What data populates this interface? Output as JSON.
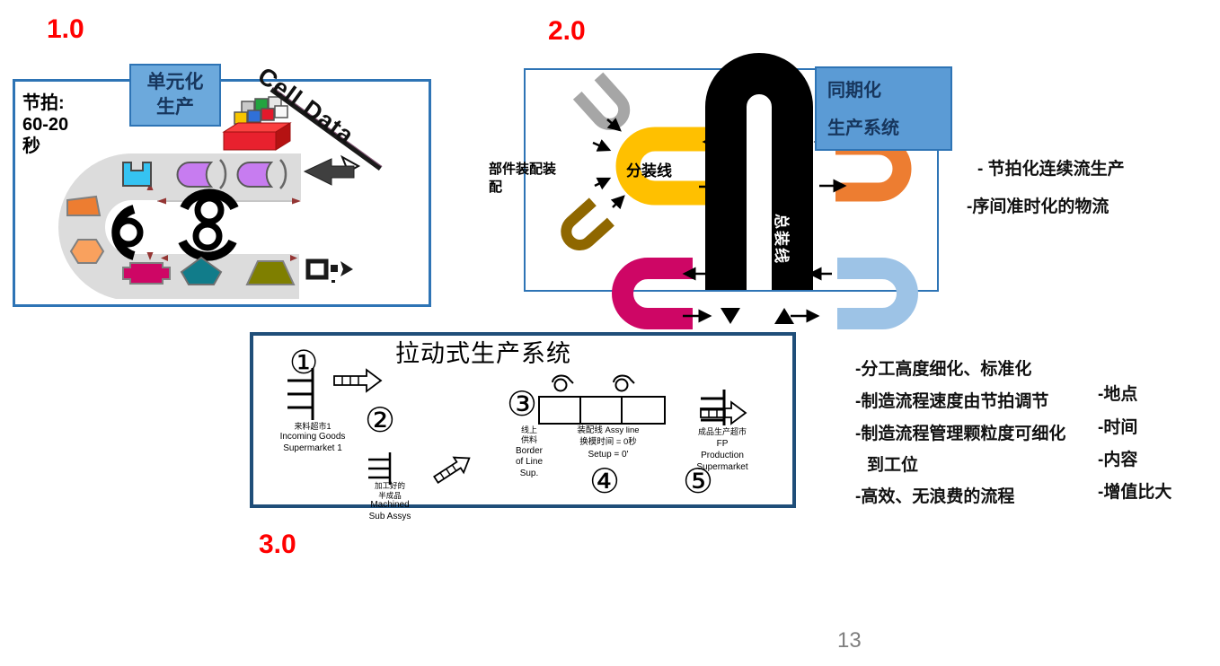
{
  "sections": {
    "s1": "1.0",
    "s2": "2.0",
    "s3": "3.0"
  },
  "page": {
    "number": "13"
  },
  "cell": {
    "takt1": "节拍:",
    "takt2": "60-20",
    "takt3": "秒",
    "tag1": "单元化",
    "tag2": "生产",
    "cell_data": "Cell Data"
  },
  "sync": {
    "side_label": "部件装配装配",
    "sub_line": "分装线",
    "main_line": "总装线",
    "tag1": "同期化",
    "tag2": "生产系统",
    "bullet1": "- 节拍化连续流生产",
    "bullet2": "-序间准时化的物流"
  },
  "pull": {
    "title": "拉动式生产系统",
    "n1": "①",
    "n2": "②",
    "n3": "③",
    "n4": "④",
    "n5": "⑤",
    "sm1_l1": "来料超市1",
    "sm1_l2": "Incoming Goods",
    "sm1_l3": "Supermarket 1",
    "sm2_l1": "加工好的",
    "sm2_l2": "半成品",
    "sm2_l3": "Machined",
    "sm2_l4": "Sub Assys",
    "bol_l1": "线上",
    "bol_l2": "供料",
    "bol_l3": "Border",
    "bol_l4": "of Line",
    "bol_l5": "Sup.",
    "assy_l1": "装配线 Assy line",
    "assy_l2": "换模时间 = 0秒",
    "assy_l3": "Setup = 0'",
    "fp_l1": "成品生产超市",
    "fp_l2": "FP",
    "fp_l3": "Production",
    "fp_l4": "Supermarket"
  },
  "notes": {
    "b1": "-分工高度细化、标准化",
    "b2": "-制造流程速度由节拍调节",
    "b3": "-制造流程管理颗粒度可细化",
    "b4": "到工位",
    "b5": "-高效、无浪费的流程",
    "r1": "-地点",
    "r2": "-时间",
    "r3": "-内容",
    "r4": "-增值比大"
  },
  "colors": {
    "accent_red": "#FF0000",
    "box_border": "#2E74B5",
    "dark_border": "#1F4E79",
    "tag_bg": "#5B9BD5",
    "tag_bg_light": "#6CA9DC",
    "band_gray": "#DCDCDC",
    "u_yellow": "#FFC000",
    "u_orange": "#ED7D31",
    "u_magenta": "#CE0665",
    "u_lightblue": "#9DC3E6",
    "u_gray": "#A6A6A6",
    "u_brown": "#8F6700",
    "u_black": "#000000",
    "machine_cyan": "#35C3F2",
    "machine_purple": "#C77CF0",
    "part_teal": "#117C8A",
    "part_olive": "#7F7F00",
    "part_orange": "#ED7D31",
    "chip_magenta": "#CE0665",
    "page_num_gray": "#7F7F7F"
  }
}
